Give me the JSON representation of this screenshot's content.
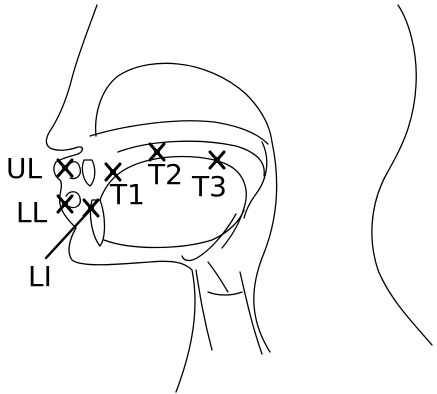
{
  "labels": {
    "ul": "UL",
    "ll": "LL",
    "li": "LI",
    "t1": "T1",
    "t2": "T2",
    "t3": "T3"
  },
  "colors": {
    "ink": "#000000",
    "background": "#ffffff"
  }
}
